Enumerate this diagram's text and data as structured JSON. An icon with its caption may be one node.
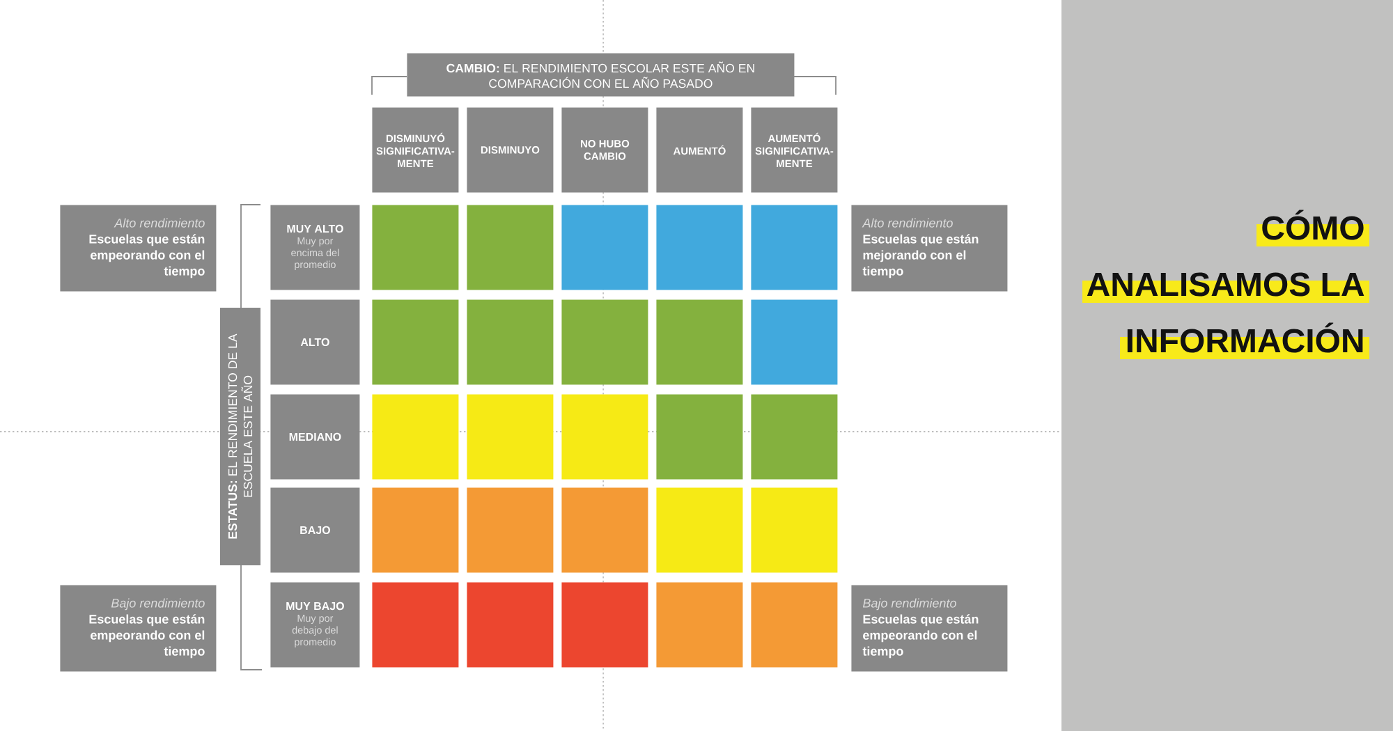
{
  "diagram": {
    "title": "CÓMO ANALISAMOS LA INFORMACIÓN",
    "nodes": [
      {
        "text": [
          "**CAMBIO:** EL RENDIMIENTO ESCOLAR ESTE AÑO EN COMPARACIÓN CON EL AÑO PASADO"
        ]
      },
      {
        "text": [
          "DISMINUYÓ SIGNIFICATIVA- MENTE"
        ]
      },
      {
        "text": [
          "DISMINUYO"
        ]
      },
      {
        "text": [
          "NO HUBO CAMBIO"
        ]
      },
      {
        "text": [
          "AUMENTÓ"
        ]
      },
      {
        "text": [
          "AUMENTÓ SIGNIFICATIVA- MENTE"
        ]
      },
      {
        "text": [
          "Alto rendimiento",
          "Escuelas que están empeorando con el tiempo"
        ]
      },
      {
        "text": [
          "**ESTATUS:** EL RENDIMIENTO DE LA ESCUELA ESTE AÑO"
        ]
      },
      {
        "text": [
          "MUY ALTO",
          "Muy por encima del promedio"
        ]
      },
      {
        "text": [
          "ALTO"
        ]
      },
      {
        "text": [
          "MEDIANO"
        ]
      },
      {
        "text": [
          "BAJO"
        ]
      },
      {
        "text": [
          "MUY BAJO",
          "Muy por debajo del promedio"
        ]
      },
      {
        "text": [],
        "shape": "box"
      },
      {
        "text": [],
        "shape": "box"
      },
      {
        "text": [],
        "shape": "box"
      },
      {
        "text": [],
        "shape": "box"
      },
      {
        "text": [],
        "shape": "box"
      },
      {
        "text": [],
        "shape": "box"
      },
      {
        "text": [],
        "shape": "box"
      },
      {
        "text": [],
        "shape": "box"
      },
      {
        "text": [],
        "shape": "box"
      },
      {
        "text": [],
        "shape": "box"
      },
      {
        "text": [],
        "shape": "box"
      },
      {
        "text": [],
        "shape": "box"
      },
      {
        "text": [],
        "shape": "box"
      },
      {
        "text": [],
        "shape": "box"
      },
      {
        "text": [],
        "shape": "box"
      },
      {
        "text": [],
        "shape": "box"
      },
      {
        "text": [],
        "shape": "box"
      },
      {
        "text": [],
        "shape": "box"
      },
      {
        "text": [],
        "shape": "box"
      },
      {
        "text": [],
        "shape": "box"
      },
      {
        "text": [],
        "shape": "box"
      },
      {
        "text": [],
        "shape": "box"
      },
      {
        "text": [],
        "shape": "box"
      },
      {
        "text": [],
        "shape": "box"
      },
      {
        "text": [],
        "shape": "box"
      },
      {
        "text": [
          "Alto rendimiento",
          "Escuelas que están mejorando con el tiempo"
        ]
      },
      {
        "text": [
          "Bajo rendimiento",
          "Escuelas que están empeorando con el tiempo"
        ]
      },
      {
        "text": [
          "Bajo rendimiento",
          "Escuelas que están empeorando con el tiempo"
        ]
      }
    ]
  }
}
